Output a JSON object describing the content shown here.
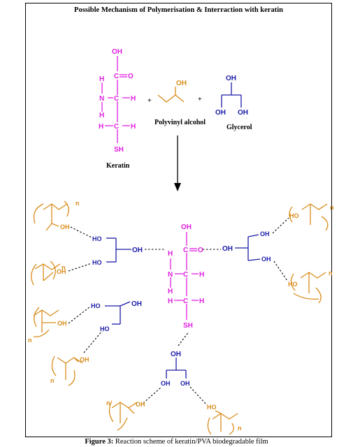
{
  "title": "Possible Mechanism of Polymerisation & Interraction with keratin",
  "caption": {
    "label": "Figure 3:",
    "text": " Reaction scheme of keratin/PVA biodegradable film"
  },
  "labels": {
    "keratin": "Keratin",
    "pva": "Polyvinyl alcohol",
    "glycerol": "Glycerol",
    "plus": "+"
  },
  "atoms": {
    "oh": "OH",
    "ho": "HO",
    "h": "H",
    "n": "N",
    "c": "C",
    "o": "O",
    "sh": "SH",
    "n_sub": "n"
  },
  "colors": {
    "keratin": "#e020e0",
    "glycerol": "#1a1aa8",
    "pva": "#d98c1a",
    "hbond": "#000000"
  }
}
